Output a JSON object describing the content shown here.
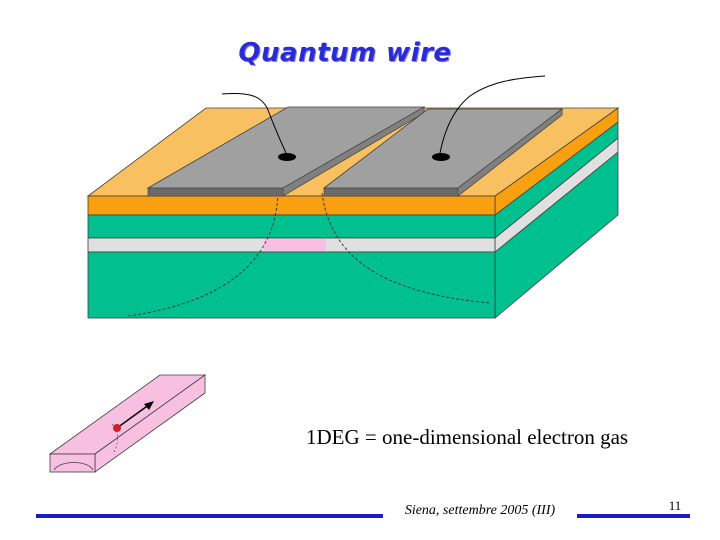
{
  "slide": {
    "title": "Quantum wire",
    "caption": "1DEG = one-dimensional electron gas",
    "footer": "Siena, settembre 2005 (III)",
    "page_number": "11"
  },
  "colors": {
    "gold": "#f8c060",
    "orange": "#f8a010",
    "green": "#00c090",
    "gray_layer": "#e0e0e0",
    "gate": "#a0a0a0",
    "pink": "#f8c0e0",
    "title": "#2b2bd6",
    "rule": "#1c1cc8"
  }
}
